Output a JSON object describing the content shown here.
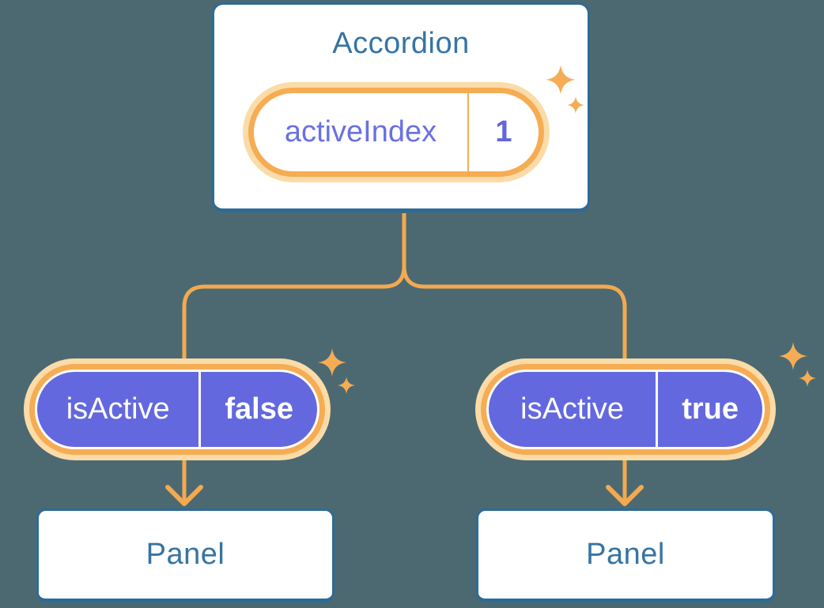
{
  "colors": {
    "background": "#4C6972",
    "card_background": "#FFFFFF",
    "card_border_blue": "#2E6B94",
    "heading_blue": "#3674A4",
    "connector_orange": "#F3A94F",
    "ring_orange": "#F6AC53",
    "ring_glow": "#FBDCA8",
    "pill_purple": "#6368DF",
    "state_text_purple": "#6A70E4",
    "pill_text_white": "#FFFFFF"
  },
  "icons": {
    "sparkle": "✦"
  },
  "accordion": {
    "title": "Accordion",
    "state": {
      "name": "activeIndex",
      "value": "1"
    }
  },
  "branches": [
    {
      "id": "left",
      "prop": {
        "name": "isActive",
        "value": "false"
      },
      "panel": {
        "title": "Panel"
      }
    },
    {
      "id": "right",
      "prop": {
        "name": "isActive",
        "value": "true"
      },
      "panel": {
        "title": "Panel"
      }
    }
  ]
}
